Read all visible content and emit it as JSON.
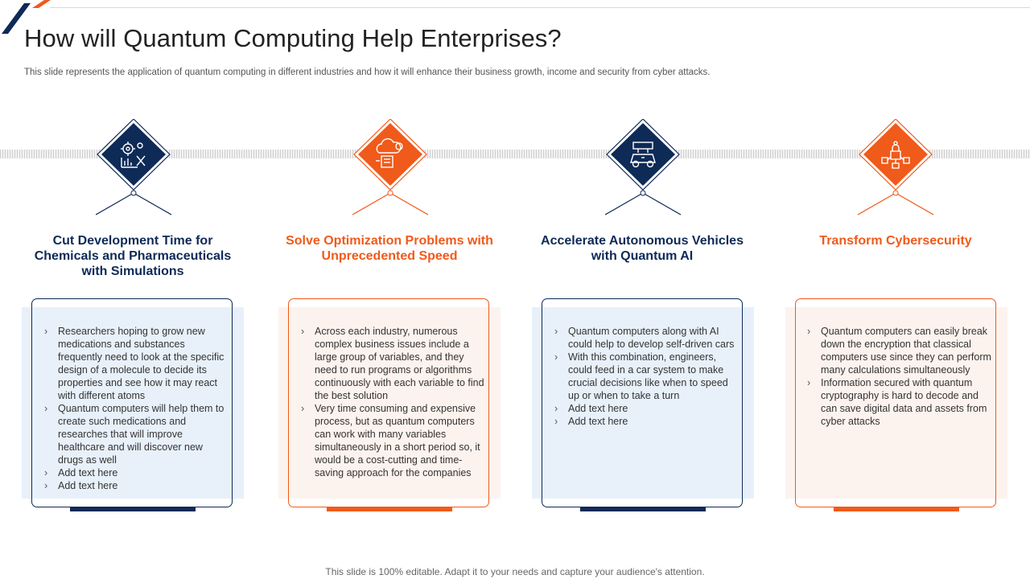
{
  "header": {
    "title": "How will Quantum Computing Help Enterprises?",
    "subtitle": "This slide represents the application of quantum computing in different industries and how it will enhance their business growth, income and security from cyber attacks."
  },
  "colors": {
    "navy": "#0e2a57",
    "orange": "#f05a1a",
    "navy_tint": "#e8f1fa",
    "orange_tint": "#fdf3ee"
  },
  "columns": [
    {
      "heading": "Cut Development Time for Chemicals and Pharmaceuticals with Simulations",
      "icon": "gear-chart-tools-icon",
      "accent": "navy",
      "bullets": [
        "Researchers hoping to grow new medications and substances frequently need to look at the specific design of a molecule to decide its properties and see how it may react with different atoms",
        "Quantum computers will help them to create such medications and researches that will improve healthcare and will discover new drugs as well",
        "Add text here",
        "Add text here"
      ]
    },
    {
      "heading": "Solve Optimization Problems with Unprecedented Speed",
      "icon": "cloud-gear-document-icon",
      "accent": "orange",
      "bullets": [
        "Across each industry, numerous complex business issues include a large group of variables, and they need to run programs or algorithms continuously with each variable to find the best solution",
        "Very time consuming and expensive process, but as quantum computers can work with many variables simultaneously in a short period so, it would be a cost-cutting and time-saving approach for the companies"
      ]
    },
    {
      "heading": "Accelerate Autonomous Vehicles with Quantum AI",
      "icon": "autonomous-vehicle-icon",
      "accent": "navy",
      "bullets": [
        "Quantum computers along with AI could help to develop self-driven cars",
        "With this combination, engineers, could feed in a car system to make crucial decisions like when to speed up or when to take a turn",
        "Add text here",
        "Add text here"
      ]
    },
    {
      "heading": "Transform Cybersecurity",
      "icon": "cyber-security-lock-icon",
      "accent": "orange",
      "bullets": [
        "Quantum computers can easily break down the encryption that classical computers use since they can perform many calculations simultaneously",
        "Information secured with quantum cryptography is hard to decode and can save digital data and assets from cyber attacks"
      ]
    }
  ],
  "footer": {
    "text": "This slide is 100% editable. Adapt it to your needs and capture your audience's attention."
  }
}
